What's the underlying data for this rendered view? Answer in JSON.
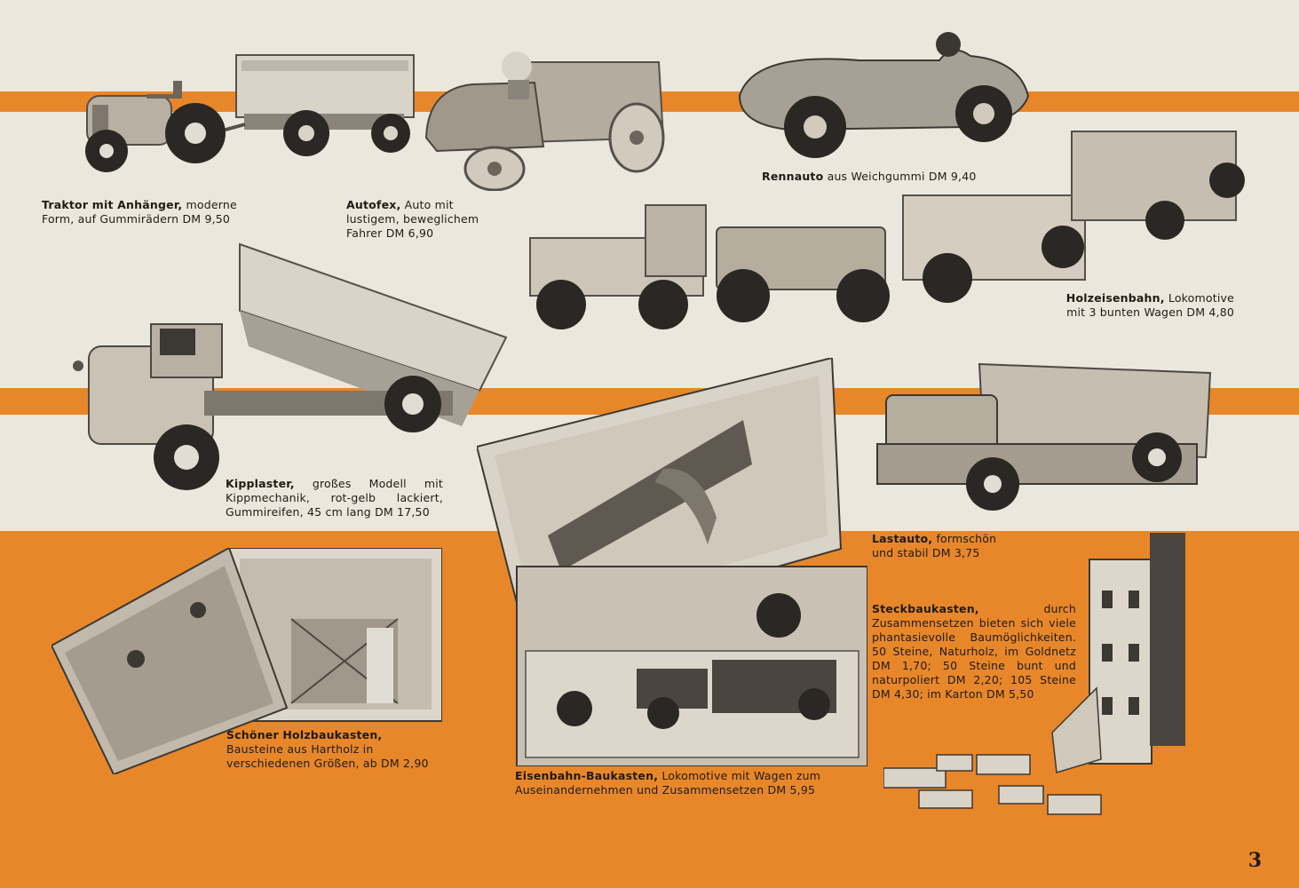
{
  "page_number": "3",
  "colors": {
    "paper": "#ece7dc",
    "accent_orange": "#e8872a",
    "ink": "#1e1b18"
  },
  "items": {
    "traktor": {
      "name": "Traktor mit Anhänger,",
      "text": " moderne Form, auf Gummirädern DM 9,50"
    },
    "autofex": {
      "name": "Autofex,",
      "text": " Auto mit lustigem, beweglichem Fahrer DM 6,90"
    },
    "rennauto": {
      "name": "Rennauto",
      "text": " aus Weichgummi DM 9,40"
    },
    "holzeisenbahn": {
      "name": "Holzeisenbahn,",
      "text": " Lokomotive mit 3 bunten Wagen DM 4,80"
    },
    "kipplaster": {
      "name": "Kipplaster,",
      "text": " großes Modell mit Kippmechanik, rot-gelb lackiert, Gummireifen, 45 cm lang DM 17,50"
    },
    "lastauto": {
      "name": "Lastauto,",
      "text": " formschön und stabil DM 3,75"
    },
    "steckbaukasten": {
      "name": "Steckbaukasten,",
      "text": " durch Zusammensetzen bieten sich viele phantasievolle Baumöglichkeiten. 50 Steine, Naturholz, im Goldnetz DM 1,70; 50 Steine bunt und naturpoliert DM 2,20; 105 Steine DM 4,30; im Karton DM 5,50"
    },
    "holzbaukasten": {
      "name": "Schöner Holzbaukasten,",
      "text": " Bausteine aus Hartholz in verschiedenen Größen, ab DM 2,90"
    },
    "eisenbahnbaukasten": {
      "name": "Eisenbahn-Baukasten,",
      "text": " Lokomotive mit Wagen zum Auseinandernehmen und Zusammensetzen DM 5,95"
    }
  }
}
